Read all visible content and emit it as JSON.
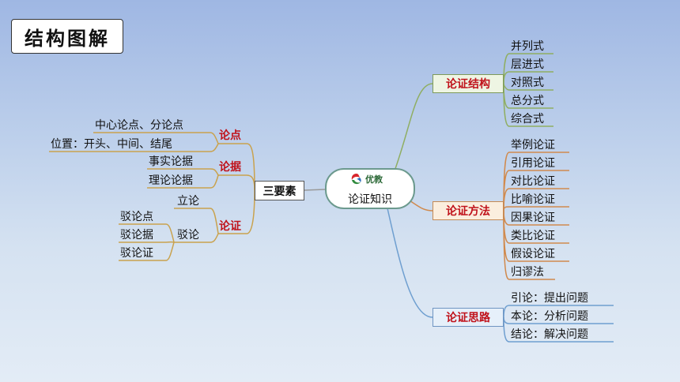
{
  "title": "结构图解",
  "center": {
    "logo_text": "优教",
    "label": "论证知识"
  },
  "three_elements": {
    "label": "三要素",
    "groups": [
      {
        "label": "论点",
        "items": [
          "中心论点、分论点",
          "位置：开头、中间、结尾"
        ]
      },
      {
        "label": "论据",
        "items": [
          "事实论据",
          "理论论据"
        ]
      },
      {
        "label": "论证",
        "items": [
          "立论"
        ],
        "sub": {
          "label": "驳论",
          "items": [
            "驳论点",
            "驳论据",
            "驳论证"
          ]
        }
      }
    ]
  },
  "structure": {
    "label": "论证结构",
    "items": [
      "并列式",
      "层进式",
      "对照式",
      "总分式",
      "综合式"
    ]
  },
  "methods": {
    "label": "论证方法",
    "items": [
      "举例论证",
      "引用论证",
      "对比论证",
      "比喻论证",
      "因果论证",
      "类比论证",
      "假设论证",
      "归谬法"
    ]
  },
  "ideas": {
    "label": "论证思路",
    "items": [
      "引论：提出问题",
      "本论：分析问题",
      "结论：解决问题"
    ]
  },
  "colors": {
    "title_red": "#c0121b",
    "struct_line": "#8fae62",
    "method_line": "#d08a4e",
    "idea_line": "#6f9fd0",
    "left_line": "#c9a24e"
  }
}
